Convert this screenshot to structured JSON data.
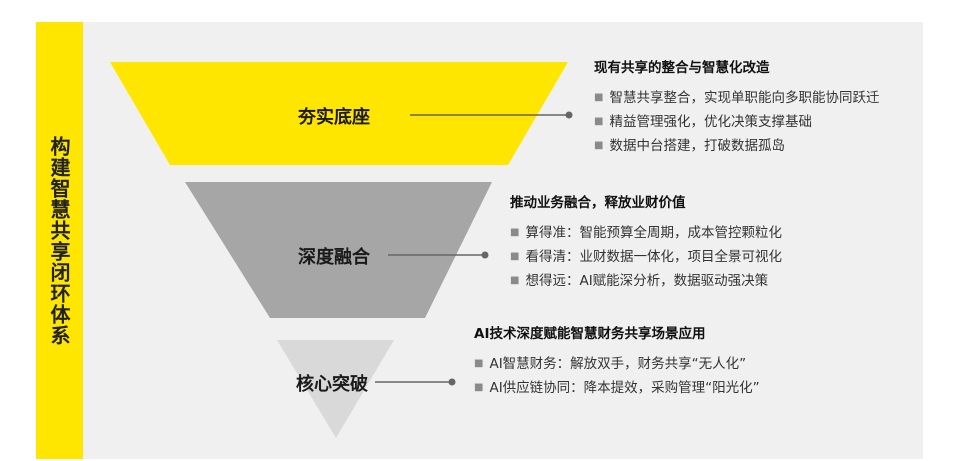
{
  "side_title": "构建智慧共享闭环体系",
  "layers": [
    {
      "label": "夯实底座",
      "color": "#ffe600",
      "title": "现有共享的整合与智慧化改造",
      "items": [
        "智慧共享整合，实现单职能向多职能协同跃迁",
        "精益管理强化，优化决策支撑基础",
        "数据中台搭建，打破数据孤岛"
      ]
    },
    {
      "label": "深度融合",
      "color": "#a6a6a6",
      "title": "推动业务融合，释放业财价值",
      "items": [
        "算得准：智能预算全周期，成本管控颗粒化",
        "看得清：业财数据一体化，项目全景可视化",
        "想得远：AI赋能深分析，数据驱动强决策"
      ]
    },
    {
      "label": "核心突破",
      "color": "#d9d9d9",
      "title": "AI技术深度赋能智慧财务共享场景应用",
      "items": [
        "AI智慧财务：解放双手，财务共享“无人化”",
        "AI供应链协同：降本提效，采购管理“阳光化”"
      ]
    }
  ],
  "colors": {
    "accent": "#ffe600",
    "connector": "#666666"
  }
}
